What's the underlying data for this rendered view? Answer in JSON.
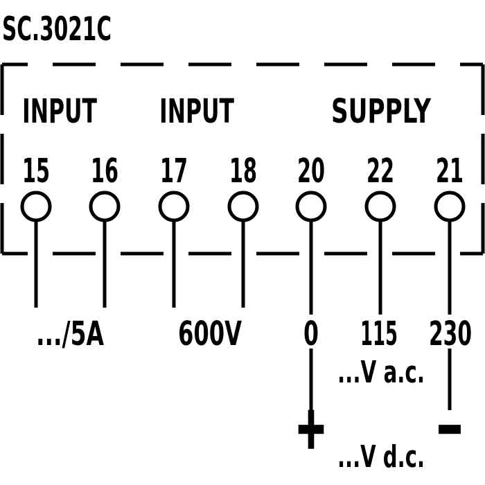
{
  "title": "SC.3021C",
  "colors": {
    "ink": "#000000",
    "paper": "#ffffff"
  },
  "terminal_block": {
    "sections": [
      {
        "label": "INPUT",
        "terminals": [
          "15",
          "16"
        ],
        "rating": ".../5A"
      },
      {
        "label": "INPUT",
        "terminals": [
          "17",
          "18"
        ],
        "rating": "600V"
      },
      {
        "label": "SUPPLY",
        "terminals": [
          "20",
          "22",
          "21"
        ],
        "taps": [
          "0",
          "115",
          "230"
        ],
        "ac_label": "...V a.c.",
        "dc_label": "...V d.c.",
        "dc_positive": "+",
        "dc_negative": "−"
      }
    ]
  }
}
